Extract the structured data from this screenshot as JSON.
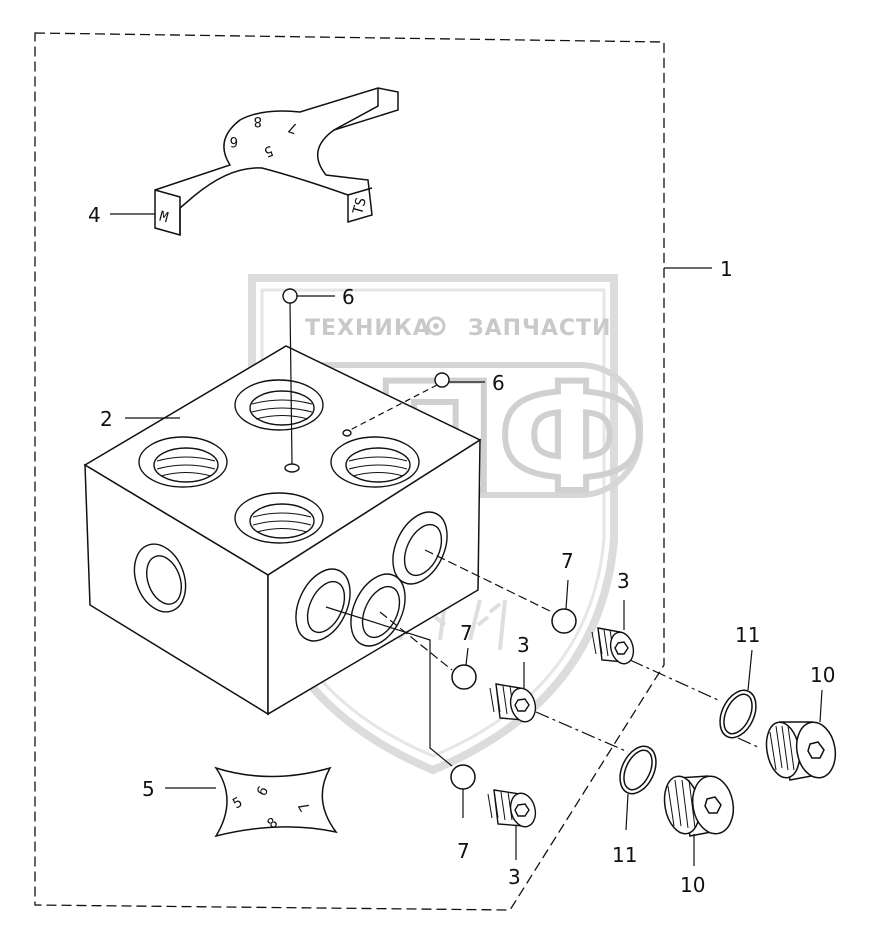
{
  "watermark": {
    "top_left": "ТЕХНИКА",
    "top_right": "ЗАПЧАСТИ",
    "big_text": "ЭПФ"
  },
  "callouts": {
    "assembly": "1",
    "body": "2",
    "plug_upper": "3",
    "plug_middle": "3",
    "plug_lower": "3",
    "tag_template": "4",
    "tag_sticker": "5",
    "orifice_top": "6",
    "orifice_side": "6",
    "ball_upper": "7",
    "ball_middle": "7",
    "ball_lower": "7",
    "oring_upper": "11",
    "oring_lower": "11",
    "cap_upper": "10",
    "cap_lower": "10"
  },
  "tag_marks": {
    "m": "M",
    "ts": "TS",
    "n5": "5",
    "n6": "6",
    "n7": "7",
    "n8": "8",
    "s5": "5",
    "s6": "6",
    "s7": "7",
    "s8": "8"
  }
}
